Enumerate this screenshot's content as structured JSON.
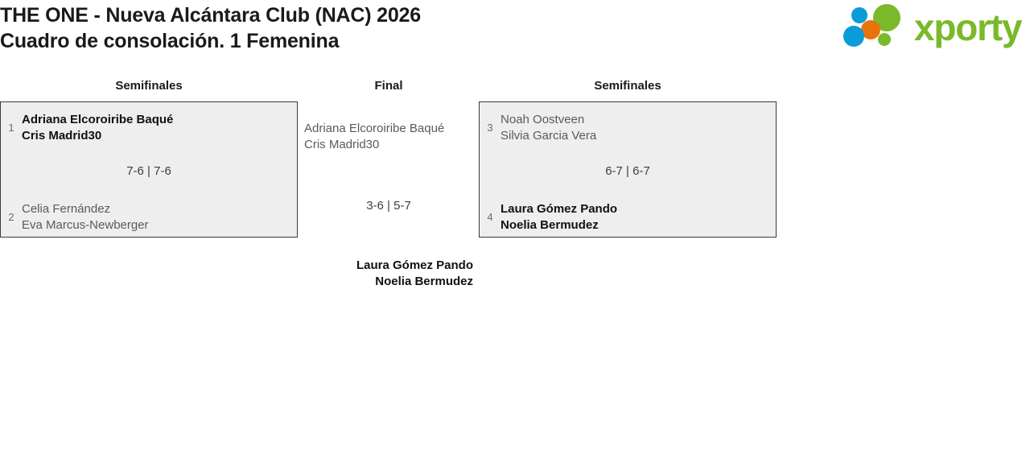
{
  "header": {
    "title_line1": "THE ONE - Nueva Alcántara Club (NAC) 2026",
    "title_line2": "Cuadro de consolación. 1 Femenina",
    "logo_text": "xporty",
    "logo_colors": {
      "green": "#7ab929",
      "blue": "#0b9bd8",
      "orange": "#e8730c"
    }
  },
  "rounds": {
    "semifinals_left_label": "Semifinales",
    "final_label": "Final",
    "semifinals_right_label": "Semifinales"
  },
  "matches": {
    "semifinal_left": {
      "top": {
        "seed": "1",
        "player1": "Adriana Elcoroiribe Baqué",
        "player2": "Cris Madrid30",
        "winner": true
      },
      "bottom": {
        "seed": "2",
        "player1": "Celia Fernández",
        "player2": "Eva Marcus-Newberger",
        "winner": false
      },
      "score": "7-6 | 7-6"
    },
    "semifinal_right": {
      "top": {
        "seed": "3",
        "player1": "Noah Oostveen",
        "player2": "Silvia Garcia Vera",
        "winner": false
      },
      "bottom": {
        "seed": "4",
        "player1": "Laura Gómez Pando",
        "player2": "Noelia Bermudez",
        "winner": true
      },
      "score": "6-7 | 6-7"
    },
    "final": {
      "runner_up": {
        "player1": "Adriana Elcoroiribe Baqué",
        "player2": "Cris Madrid30",
        "winner": false
      },
      "score": "3-6 | 5-7",
      "champion": {
        "player1": "Laura Gómez Pando",
        "player2": "Noelia Bermudez",
        "winner": true
      }
    }
  }
}
